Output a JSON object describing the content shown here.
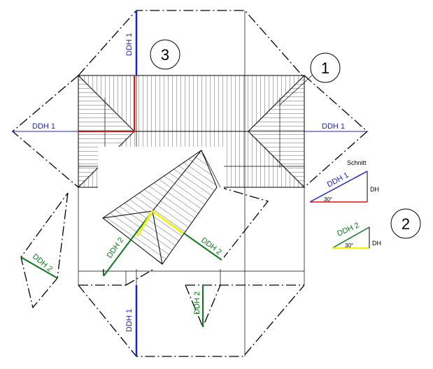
{
  "figure": {
    "labels": {
      "ddh1_top": "DDH 1",
      "ddh1_left": "DDH 1",
      "ddh1_right": "DDH 1",
      "ddh1_bottom": "DDH 1",
      "ddh2_left": "DDH 2",
      "ddh2_mid_left": "DDH 2",
      "ddh2_mid_right": "DDH 2",
      "ddh2_bottom": "DDH 2"
    },
    "callouts": {
      "c1": "1",
      "c2": "2",
      "c3": "3"
    },
    "section_blue": {
      "title": "Schnitt",
      "hyp": "DDH 1",
      "angle": "30°",
      "height": "DH"
    },
    "section_green": {
      "hyp": "DDH 2",
      "angle": "30°",
      "height": "DH"
    },
    "colors": {
      "blue": "#1a24d6",
      "red": "#e01010",
      "green": "#0a7a1a",
      "yellow": "#f2f21a"
    }
  }
}
